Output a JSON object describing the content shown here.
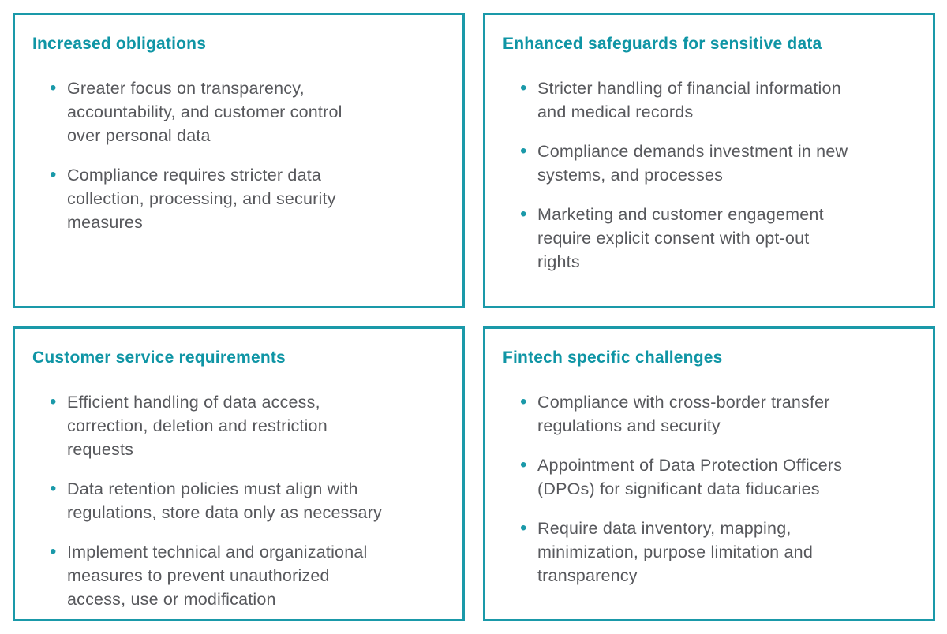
{
  "colors": {
    "accent_border": "#1A99A9",
    "accent_heading": "#0F95A5",
    "body_text": "#57585C",
    "background": "#FFFFFF"
  },
  "bullet_glyph": "•",
  "cards": [
    {
      "title": "Increased obligations",
      "bullets": [
        "Greater focus on transparency,\naccountability, and customer control\nover personal data",
        "Compliance requires stricter data\ncollection, processing, and security\nmeasures"
      ]
    },
    {
      "title": "Enhanced safeguards for sensitive data",
      "bullets": [
        "Stricter handling of financial information\nand medical records",
        "Compliance demands investment in new\nsystems, and processes",
        "Marketing and customer engagement\nrequire explicit consent with opt-out\nrights"
      ]
    },
    {
      "title": "Customer service requirements",
      "bullets": [
        "Efficient handling of data access,\ncorrection, deletion and restriction\nrequests",
        "Data retention policies must align with\nregulations, store data only as necessary",
        "Implement technical and organizational\nmeasures to prevent unauthorized\naccess, use or modification"
      ]
    },
    {
      "title": "Fintech specific challenges",
      "bullets": [
        "Compliance with cross-border transfer\nregulations and security",
        "Appointment of Data Protection Officers\n(DPOs) for significant data fiducaries",
        "Require data inventory, mapping,\nminimization, purpose limitation and\ntransparency"
      ]
    }
  ]
}
